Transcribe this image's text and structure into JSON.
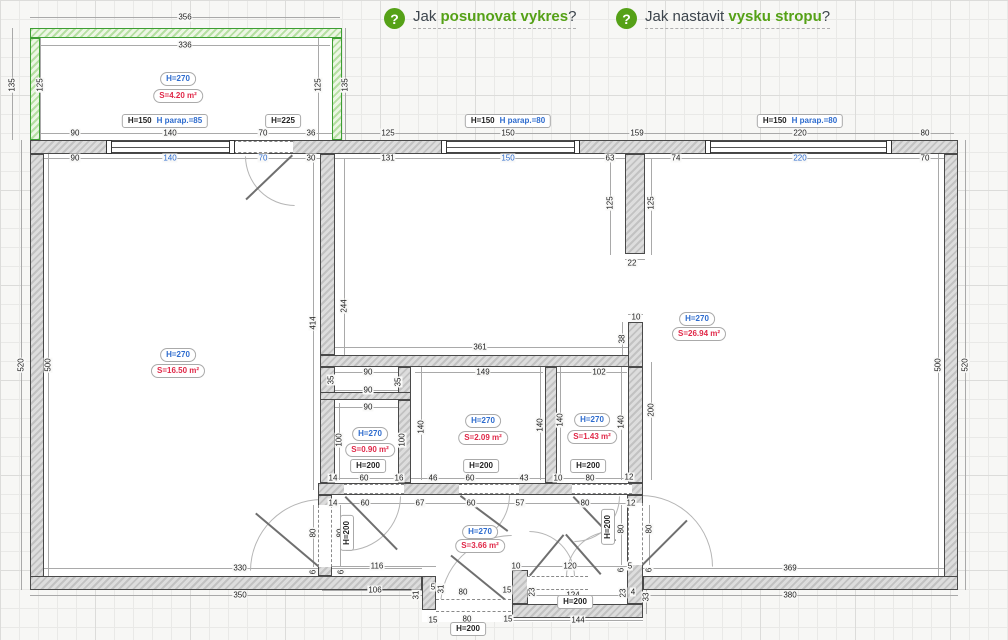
{
  "help": {
    "qmark": "?"
  },
  "help_links": [
    {
      "prefix": "Jak ",
      "bold": "posunovat vykres",
      "suffix": "?"
    },
    {
      "prefix": "Jak nastavit ",
      "bold": "vysku stropu",
      "suffix": "?"
    }
  ],
  "colors": {
    "accent_green": "#55a117",
    "dim_blue": "#2d6bce",
    "area_red": "#e02848"
  },
  "plan": {
    "fills": [
      [
        40,
        38,
        292,
        102
      ],
      [
        44,
        154,
        900,
        422
      ],
      [
        422,
        576,
        221,
        46
      ]
    ],
    "walls_green": [
      [
        30,
        28,
        312,
        10
      ],
      [
        30,
        38,
        10,
        102
      ],
      [
        332,
        38,
        10,
        102
      ]
    ],
    "walls": [
      [
        30,
        140,
        928,
        14
      ],
      [
        30,
        154,
        14,
        436
      ],
      [
        944,
        154,
        14,
        436
      ],
      [
        30,
        576,
        392,
        14
      ],
      [
        643,
        576,
        315,
        14
      ],
      [
        320,
        154,
        15,
        201
      ],
      [
        625,
        154,
        20,
        100
      ],
      [
        320,
        355,
        323,
        12
      ],
      [
        320,
        367,
        15,
        116
      ],
      [
        398,
        367,
        13,
        33
      ],
      [
        320,
        392,
        91,
        8
      ],
      [
        398,
        400,
        13,
        83
      ],
      [
        545,
        367,
        12,
        116
      ],
      [
        628,
        322,
        15,
        45
      ],
      [
        628,
        367,
        15,
        116
      ],
      [
        318,
        483,
        325,
        12
      ],
      [
        318,
        495,
        14,
        81
      ],
      [
        627,
        495,
        16,
        109
      ],
      [
        422,
        576,
        14,
        34
      ],
      [
        512,
        570,
        16,
        34
      ],
      [
        512,
        604,
        131,
        14
      ]
    ],
    "windows": [
      [
        108,
        141,
        125,
        12
      ],
      [
        443,
        141,
        135,
        12
      ],
      [
        707,
        141,
        183,
        12
      ]
    ],
    "openings": [
      [
        "h",
        233,
        141,
        60,
        12
      ],
      [
        "v",
        318,
        505,
        14,
        62
      ],
      [
        "v",
        628,
        503,
        15,
        62
      ],
      [
        "h",
        344,
        484,
        60,
        10
      ],
      [
        "h",
        459,
        484,
        60,
        10
      ],
      [
        "h",
        572,
        484,
        60,
        10
      ],
      [
        "h",
        527,
        576,
        61,
        14
      ],
      [
        "h",
        436,
        599,
        75,
        13
      ]
    ],
    "leaves": [
      [
        293,
        156,
        247,
        200
      ],
      [
        346,
        496,
        398,
        549
      ],
      [
        461,
        495,
        508,
        530
      ],
      [
        574,
        496,
        616,
        540
      ],
      [
        320,
        569,
        255,
        514
      ],
      [
        641,
        565,
        686,
        520
      ],
      [
        529,
        575,
        563,
        534
      ],
      [
        600,
        575,
        565,
        535
      ],
      [
        510,
        605,
        450,
        556
      ]
    ],
    "arcs": [
      [
        245,
        156,
        48,
        48,
        "bl"
      ],
      [
        346,
        496,
        53,
        53,
        "br"
      ],
      [
        461,
        495,
        47,
        47,
        "br"
      ],
      [
        574,
        496,
        44,
        44,
        "br"
      ],
      [
        250,
        499,
        70,
        70,
        "tl"
      ],
      [
        641,
        495,
        70,
        70,
        "tr"
      ],
      [
        529,
        531,
        44,
        44,
        "tr"
      ],
      [
        566,
        531,
        44,
        44,
        "tl"
      ],
      [
        440,
        535,
        70,
        70,
        "tl"
      ]
    ],
    "dimlines": [
      [
        30,
        17,
        340,
        17
      ],
      [
        40,
        45,
        330,
        45
      ],
      [
        12,
        28,
        12,
        140
      ],
      [
        40,
        38,
        40,
        140
      ],
      [
        318,
        38,
        318,
        140
      ],
      [
        345,
        28,
        345,
        140
      ],
      [
        34,
        133,
        954,
        133
      ],
      [
        44,
        158,
        944,
        158
      ],
      [
        21,
        140,
        21,
        590
      ],
      [
        48,
        154,
        48,
        576
      ],
      [
        938,
        154,
        938,
        576
      ],
      [
        965,
        140,
        965,
        590
      ],
      [
        344,
        158,
        344,
        355
      ],
      [
        313,
        158,
        313,
        490
      ],
      [
        610,
        158,
        610,
        255
      ],
      [
        651,
        158,
        651,
        255
      ],
      [
        625,
        259,
        645,
        259
      ],
      [
        628,
        314,
        643,
        314
      ],
      [
        622,
        322,
        622,
        358
      ],
      [
        335,
        347,
        630,
        347
      ],
      [
        651,
        362,
        651,
        480
      ],
      [
        339,
        403,
        339,
        480
      ],
      [
        402,
        403,
        402,
        480
      ],
      [
        421,
        367,
        421,
        480
      ],
      [
        540,
        367,
        540,
        480
      ],
      [
        560,
        367,
        560,
        480
      ],
      [
        621,
        367,
        621,
        480
      ],
      [
        322,
        478,
        640,
        478
      ],
      [
        322,
        503,
        640,
        503
      ],
      [
        313,
        505,
        313,
        567
      ],
      [
        340,
        505,
        340,
        567
      ],
      [
        621,
        505,
        621,
        565
      ],
      [
        649,
        505,
        649,
        565
      ],
      [
        320,
        566,
        436,
        566
      ],
      [
        322,
        590,
        428,
        590
      ],
      [
        512,
        566,
        633,
        566
      ],
      [
        527,
        595,
        620,
        595
      ],
      [
        512,
        620,
        643,
        620
      ],
      [
        646,
        578,
        646,
        614
      ],
      [
        44,
        568,
        422,
        568
      ],
      [
        30,
        595,
        425,
        595
      ],
      [
        643,
        568,
        944,
        568
      ],
      [
        643,
        595,
        958,
        595
      ],
      [
        335,
        372,
        398,
        372
      ],
      [
        415,
        372,
        543,
        372
      ],
      [
        557,
        372,
        627,
        372
      ],
      [
        335,
        390,
        398,
        390
      ],
      [
        335,
        407,
        398,
        407
      ]
    ],
    "dims": [
      [
        "356",
        185,
        17,
        ""
      ],
      [
        "336",
        185,
        45,
        ""
      ],
      [
        "135",
        12,
        85,
        "v"
      ],
      [
        "125",
        40,
        85,
        "v"
      ],
      [
        "125",
        318,
        85,
        "v"
      ],
      [
        "135",
        345,
        85,
        "v"
      ],
      [
        "90",
        75,
        133,
        ""
      ],
      [
        "140",
        170,
        133,
        ""
      ],
      [
        "70",
        263,
        133,
        ""
      ],
      [
        "36",
        311,
        133,
        ""
      ],
      [
        "90",
        75,
        158,
        ""
      ],
      [
        "140",
        170,
        158,
        "b"
      ],
      [
        "70",
        263,
        158,
        "b"
      ],
      [
        "30",
        311,
        158,
        ""
      ],
      [
        "125",
        388,
        133,
        ""
      ],
      [
        "150",
        508,
        133,
        ""
      ],
      [
        "159",
        637,
        133,
        ""
      ],
      [
        "131",
        388,
        158,
        ""
      ],
      [
        "150",
        508,
        158,
        "b"
      ],
      [
        "63",
        610,
        158,
        ""
      ],
      [
        "220",
        800,
        133,
        ""
      ],
      [
        "80",
        925,
        133,
        ""
      ],
      [
        "74",
        676,
        158,
        ""
      ],
      [
        "220",
        800,
        158,
        "b"
      ],
      [
        "70",
        925,
        158,
        ""
      ],
      [
        "520",
        21,
        365,
        "v"
      ],
      [
        "500",
        48,
        365,
        "v"
      ],
      [
        "500",
        938,
        365,
        "v"
      ],
      [
        "520",
        965,
        365,
        "v"
      ],
      [
        "244",
        344,
        306,
        "v"
      ],
      [
        "414",
        313,
        323,
        "v"
      ],
      [
        "125",
        610,
        203,
        "v"
      ],
      [
        "125",
        651,
        203,
        "v"
      ],
      [
        "22",
        632,
        263,
        ""
      ],
      [
        "10",
        636,
        317,
        ""
      ],
      [
        "38",
        622,
        339,
        "v"
      ],
      [
        "361",
        480,
        347,
        ""
      ],
      [
        "200",
        651,
        410,
        "v"
      ],
      [
        "90",
        368,
        372,
        ""
      ],
      [
        "35",
        331,
        380,
        "v"
      ],
      [
        "35",
        398,
        382,
        "v"
      ],
      [
        "90",
        368,
        390,
        ""
      ],
      [
        "90",
        368,
        407,
        ""
      ],
      [
        "100",
        339,
        440,
        "v"
      ],
      [
        "100",
        402,
        440,
        "v"
      ],
      [
        "14",
        333,
        478,
        ""
      ],
      [
        "60",
        364,
        478,
        ""
      ],
      [
        "16",
        399,
        478,
        ""
      ],
      [
        "149",
        483,
        372,
        ""
      ],
      [
        "140",
        421,
        427,
        "v"
      ],
      [
        "140",
        540,
        425,
        "v"
      ],
      [
        "46",
        433,
        478,
        ""
      ],
      [
        "60",
        470,
        478,
        ""
      ],
      [
        "43",
        524,
        478,
        ""
      ],
      [
        "102",
        599,
        372,
        ""
      ],
      [
        "140",
        560,
        420,
        "v"
      ],
      [
        "140",
        621,
        422,
        "v"
      ],
      [
        "10",
        558,
        478,
        ""
      ],
      [
        "80",
        590,
        478,
        ""
      ],
      [
        "12",
        629,
        477,
        ""
      ],
      [
        "14",
        333,
        503,
        ""
      ],
      [
        "60",
        365,
        503,
        ""
      ],
      [
        "67",
        420,
        503,
        ""
      ],
      [
        "60",
        471,
        503,
        ""
      ],
      [
        "57",
        520,
        503,
        ""
      ],
      [
        "80",
        585,
        503,
        ""
      ],
      [
        "12",
        631,
        503,
        ""
      ],
      [
        "80",
        313,
        533,
        "v"
      ],
      [
        "80",
        340,
        533,
        "v"
      ],
      [
        "6",
        313,
        572,
        "v"
      ],
      [
        "6",
        341,
        572,
        "v"
      ],
      [
        "80",
        621,
        529,
        "v"
      ],
      [
        "80",
        649,
        529,
        "v"
      ],
      [
        "6",
        621,
        570,
        "v"
      ],
      [
        "6",
        649,
        570,
        "v"
      ],
      [
        "116",
        377,
        566,
        ""
      ],
      [
        "106",
        375,
        590,
        ""
      ],
      [
        "10",
        516,
        566,
        ""
      ],
      [
        "120",
        570,
        566,
        ""
      ],
      [
        "5",
        630,
        566,
        ""
      ],
      [
        "23",
        532,
        592,
        "v"
      ],
      [
        "124",
        573,
        595,
        ""
      ],
      [
        "23",
        623,
        593,
        "v"
      ],
      [
        "4",
        633,
        592,
        ""
      ],
      [
        "15",
        507,
        590,
        ""
      ],
      [
        "80",
        463,
        592,
        ""
      ],
      [
        "31",
        416,
        595,
        "v"
      ],
      [
        "5",
        433,
        587,
        ""
      ],
      [
        "31",
        441,
        589,
        "v"
      ],
      [
        "15",
        433,
        620,
        ""
      ],
      [
        "80",
        467,
        619,
        ""
      ],
      [
        "15",
        508,
        619,
        ""
      ],
      [
        "144",
        578,
        620,
        ""
      ],
      [
        "33",
        646,
        597,
        "v"
      ],
      [
        "330",
        240,
        568,
        ""
      ],
      [
        "350",
        240,
        595,
        ""
      ],
      [
        "369",
        790,
        568,
        ""
      ],
      [
        "380",
        790,
        595,
        ""
      ]
    ],
    "labels": [
      [
        "h",
        178,
        79,
        "H=270"
      ],
      [
        "s",
        178,
        96,
        "S=4.20 m²"
      ],
      [
        "h",
        178,
        355,
        "H=270"
      ],
      [
        "s",
        178,
        371,
        "S=16.50 m²"
      ],
      [
        "h",
        370,
        434,
        "H=270"
      ],
      [
        "s",
        370,
        450,
        "S=0.90 m²"
      ],
      [
        "h",
        483,
        421,
        "H=270"
      ],
      [
        "s",
        483,
        438,
        "S=2.09 m²"
      ],
      [
        "h",
        592,
        420,
        "H=270"
      ],
      [
        "s",
        592,
        437,
        "S=1.43 m²"
      ],
      [
        "h",
        697,
        319,
        "H=270"
      ],
      [
        "s",
        699,
        334,
        "S=26.94 m²"
      ],
      [
        "h",
        480,
        532,
        "H=270"
      ],
      [
        "s",
        480,
        546,
        "S=3.66 m²"
      ],
      [
        "box",
        283,
        121,
        "H=225"
      ],
      [
        "box",
        368,
        466,
        "H=200"
      ],
      [
        "box",
        481,
        466,
        "H=200"
      ],
      [
        "box",
        588,
        466,
        "H=200"
      ],
      [
        "box",
        575,
        602,
        "H=200"
      ],
      [
        "box",
        468,
        629,
        "H=200"
      ],
      [
        "boxv",
        347,
        533,
        "H=200"
      ],
      [
        "boxv",
        608,
        527,
        "H=200"
      ],
      [
        "win",
        165,
        121,
        "H=150",
        "H parap.=85"
      ],
      [
        "win",
        508,
        121,
        "H=150",
        "H parap.=80"
      ],
      [
        "win",
        800,
        121,
        "H=150",
        "H parap.=80"
      ]
    ]
  }
}
